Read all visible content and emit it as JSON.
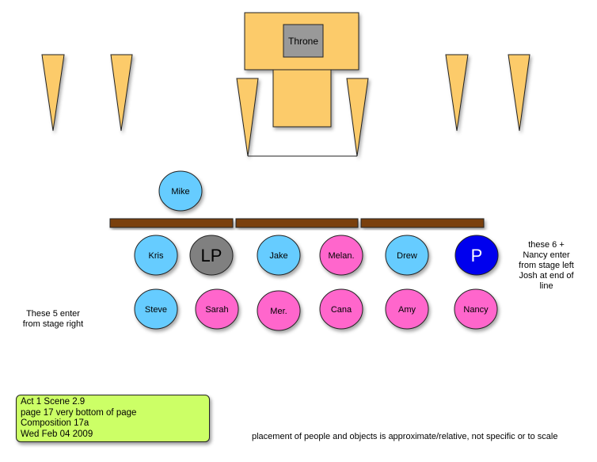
{
  "throne_label": "Throne",
  "people": [
    {
      "name": "Mike",
      "color": "#66ccff"
    },
    {
      "name": "Kris",
      "color": "#66ccff"
    },
    {
      "name": "LP",
      "color": "#808080"
    },
    {
      "name": "Jake",
      "color": "#66ccff"
    },
    {
      "name": "Melan.",
      "color": "#ff66cc"
    },
    {
      "name": "Drew",
      "color": "#66ccff"
    },
    {
      "name": "P",
      "color": "#0000ee"
    },
    {
      "name": "Steve",
      "color": "#66ccff"
    },
    {
      "name": "Sarah",
      "color": "#ff66cc"
    },
    {
      "name": "Mer.",
      "color": "#ff66cc"
    },
    {
      "name": "Cana",
      "color": "#ff66cc"
    },
    {
      "name": "Amy",
      "color": "#ff66cc"
    },
    {
      "name": "Nancy",
      "color": "#ff66cc"
    }
  ],
  "notes": {
    "stage_left": [
      "these 6 +",
      "Nancy enter",
      "from stage left",
      "Josh at end of",
      "line"
    ],
    "stage_right": [
      "These 5 enter",
      "from stage right"
    ],
    "disclaimer": "placement of people and objects is approximate/relative, not specific or to scale"
  },
  "info_box": [
    "Act 1 Scene 2.9",
    "page 17 very bottom of page",
    "Composition 17a",
    "Wed Feb 04 2009"
  ],
  "colors": {
    "set_piece": "#fccb6a",
    "bench": "#7a4010",
    "throne": "#999999",
    "info_box": "#ccff66"
  }
}
